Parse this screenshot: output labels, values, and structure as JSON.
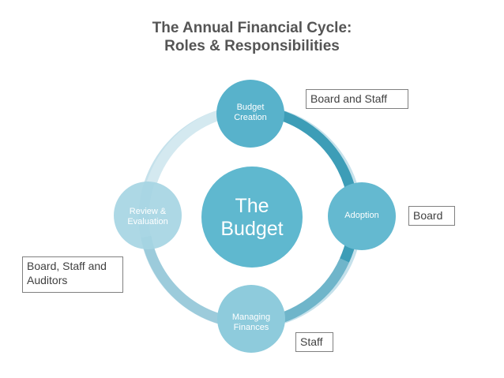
{
  "title": {
    "line1": "The Annual Financial Cycle:",
    "line2": "Roles & Responsibilities"
  },
  "center": {
    "line1": "The",
    "line2": "Budget"
  },
  "stages": [
    {
      "line1": "Budget",
      "line2": "Creation"
    },
    {
      "line1": "Adoption"
    },
    {
      "line1": "Managing",
      "line2": "Finances"
    },
    {
      "line1": "Review &",
      "line2": "Evaluation"
    }
  ],
  "callouts": {
    "board_and_staff": {
      "line1": "Board and Staff"
    },
    "board": {
      "line1": "Board"
    },
    "staff": {
      "line1": "Staff"
    },
    "board_staff_auditors": {
      "line1": "Board, Staff and",
      "line2": "Auditors"
    }
  },
  "colors": {
    "title_text": "#555555",
    "center_fill": "#5fb8cf",
    "node_fill": "#62b7d0",
    "node_fill_light": "#a5d4e2",
    "ring_dark": "#3a9ab5",
    "ring_light": "#c3e0ea"
  }
}
